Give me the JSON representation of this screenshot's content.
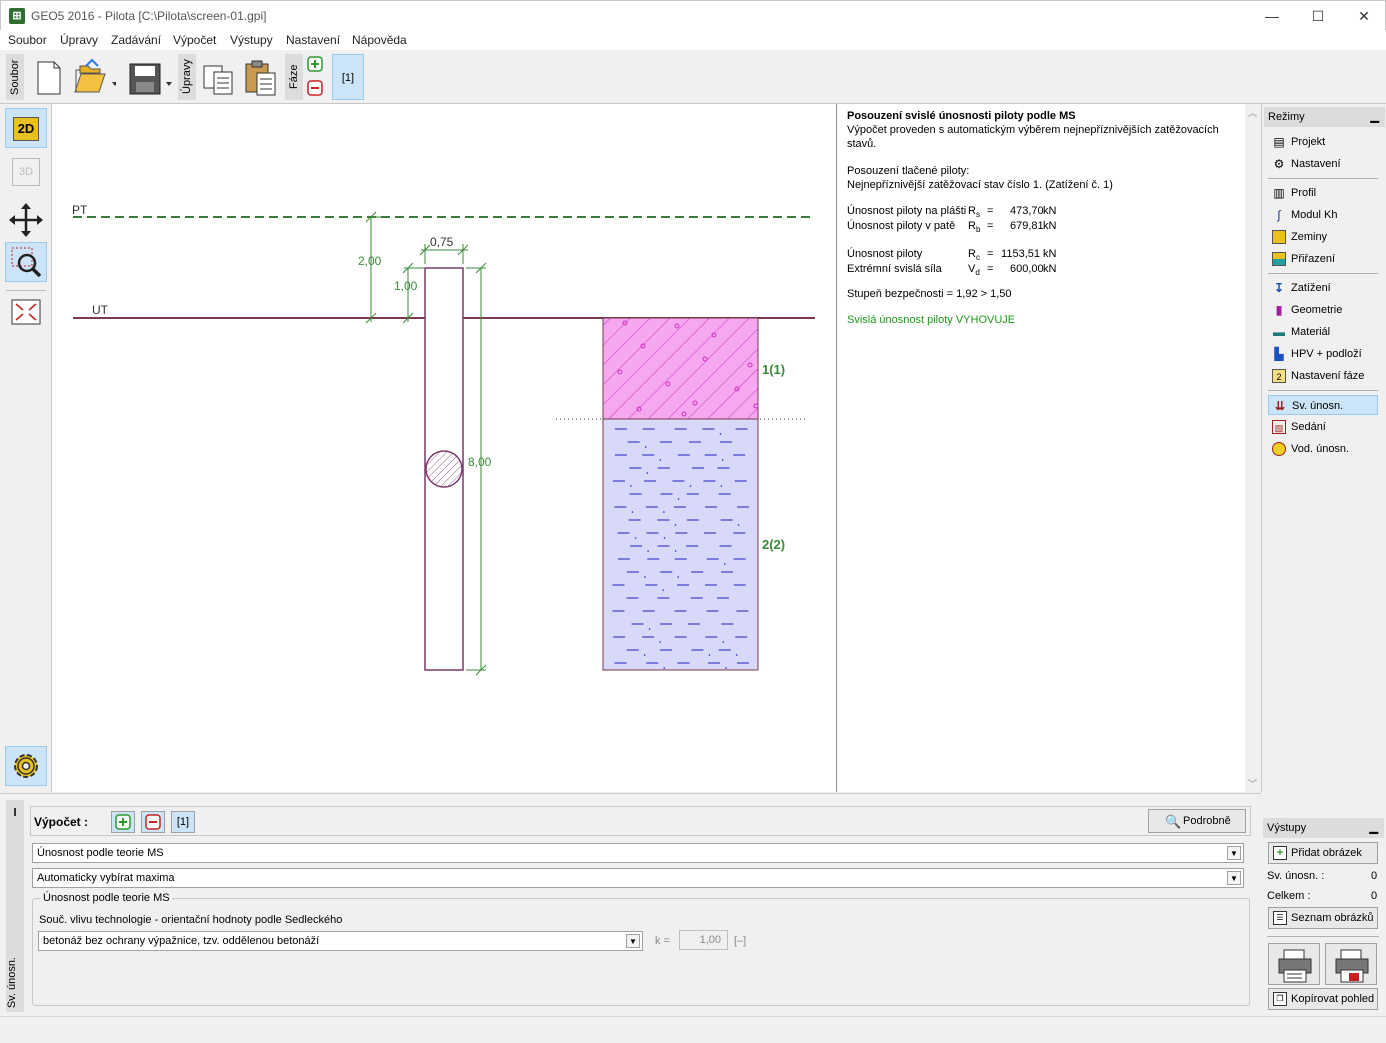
{
  "window": {
    "title": "GEO5 2016 - Pilota [C:\\Pilota\\screen-01.gpi]",
    "minimize": "—",
    "maximize": "☐",
    "close": "✕"
  },
  "menu": [
    "Soubor",
    "Úpravy",
    "Zadávání",
    "Výpočet",
    "Výstupy",
    "Nastavení",
    "Nápověda"
  ],
  "toolbar": {
    "group_file": "Soubor",
    "group_edit": "Úpravy",
    "group_phase": "Fáze",
    "phase_current": "[1]"
  },
  "left_tools": {
    "btn_2d": "2D",
    "btn_3d": "3D"
  },
  "drawing": {
    "label_pt": "PT",
    "label_ut": "UT",
    "dim_diameter": "0,75",
    "dim_depth_pt": "2,00",
    "dim_depth_head": "1,00",
    "dim_length": "8,00",
    "soil_1": "1(1)",
    "soil_2": "2(2)",
    "colors": {
      "pt_line": "#3a7a3a",
      "ut_line": "#7a3a4a",
      "pile": "#7a3a6a",
      "soil1_fill": "#f5a8f0",
      "soil1_hatch": "#d030c0",
      "soil2_fill": "#d8d8f8",
      "soil2_marks": "#2020c0",
      "dimension": "#3a8a3a"
    }
  },
  "results": {
    "heading": "Posouzení svislé únosnosti piloty podle MS",
    "line1": "Výpočet proveden s automatickým výběrem nejnepříznivějších zatěžovacích",
    "line2": "stavů.",
    "line3": "Posouzení tlačené piloty:",
    "line4": "Nejnepříznivější zatěžovací stav číslo 1. (Zatížení č. 1)",
    "rs_label": "Únosnost piloty na plášti",
    "rs_sym": "R",
    "rs_sub": "s",
    "rs_val": "473,70",
    "rb_label": "Únosnost piloty v patě",
    "rb_sym": "R",
    "rb_sub": "b",
    "rb_val": "679,81",
    "rc_label": "Únosnost piloty",
    "rc_sym": "R",
    "rc_sub": "c",
    "rc_val": "1153,51",
    "vd_label": "Extrémní svislá síla",
    "vd_sym": "V",
    "vd_sub": "d",
    "vd_val": "600,00",
    "unit": "kN",
    "eq": "=",
    "safety": "Stupeň bezpečnosti = 1,92 > 1,50",
    "verdict": "Svislá únosnost piloty VYHOVUJE",
    "verdict_color": "#1a9a1a"
  },
  "modes": {
    "header": "Režimy",
    "items": [
      {
        "label": "Projekt",
        "icon": "document-icon"
      },
      {
        "label": "Nastavení",
        "icon": "gear-icon"
      },
      {
        "label": "Profil",
        "icon": "profile-icon"
      },
      {
        "label": "Modul Kh",
        "icon": "modulus-icon"
      },
      {
        "label": "Zeminy",
        "icon": "soil-icon"
      },
      {
        "label": "Přiřazení",
        "icon": "assign-icon"
      },
      {
        "label": "Zatížení",
        "icon": "load-icon"
      },
      {
        "label": "Geometrie",
        "icon": "pile-geometry-icon"
      },
      {
        "label": "Materiál",
        "icon": "material-icon"
      },
      {
        "label": "HPV + podloží",
        "icon": "water-table-icon"
      },
      {
        "label": "Nastavení fáze",
        "icon": "phase-settings-icon"
      },
      {
        "label": "Sv. únosn.",
        "icon": "vertical-capacity-icon"
      },
      {
        "label": "Sedání",
        "icon": "settlement-icon"
      },
      {
        "label": "Vod. únosn.",
        "icon": "horizontal-capacity-icon"
      }
    ]
  },
  "outputs": {
    "header": "Výstupy",
    "add_image": "Přidat obrázek",
    "sv_label": "Sv. únosn. :",
    "sv_count": "0",
    "total_label": "Celkem :",
    "total_count": "0",
    "list_images": "Seznam obrázků",
    "copy_view": "Kopírovat pohled"
  },
  "calc": {
    "tab_label": "Sv. únosn.",
    "calc_label": "Výpočet :",
    "phase": "[1]",
    "detail_btn": "Podrobně",
    "method": "Únosnost podle teorie MS",
    "load_select": "Automaticky vybírat maxima",
    "group_title": "Únosnost podle teorie MS",
    "coef_label": "Souč. vlivu technologie - orientační hodnoty podle Sedleckého",
    "technology": "betonáž bez ochrany výpažnice, tzv. oddělenou betonáží",
    "k_label": "k =",
    "k_value": "1,00",
    "k_unit": "[–]"
  }
}
